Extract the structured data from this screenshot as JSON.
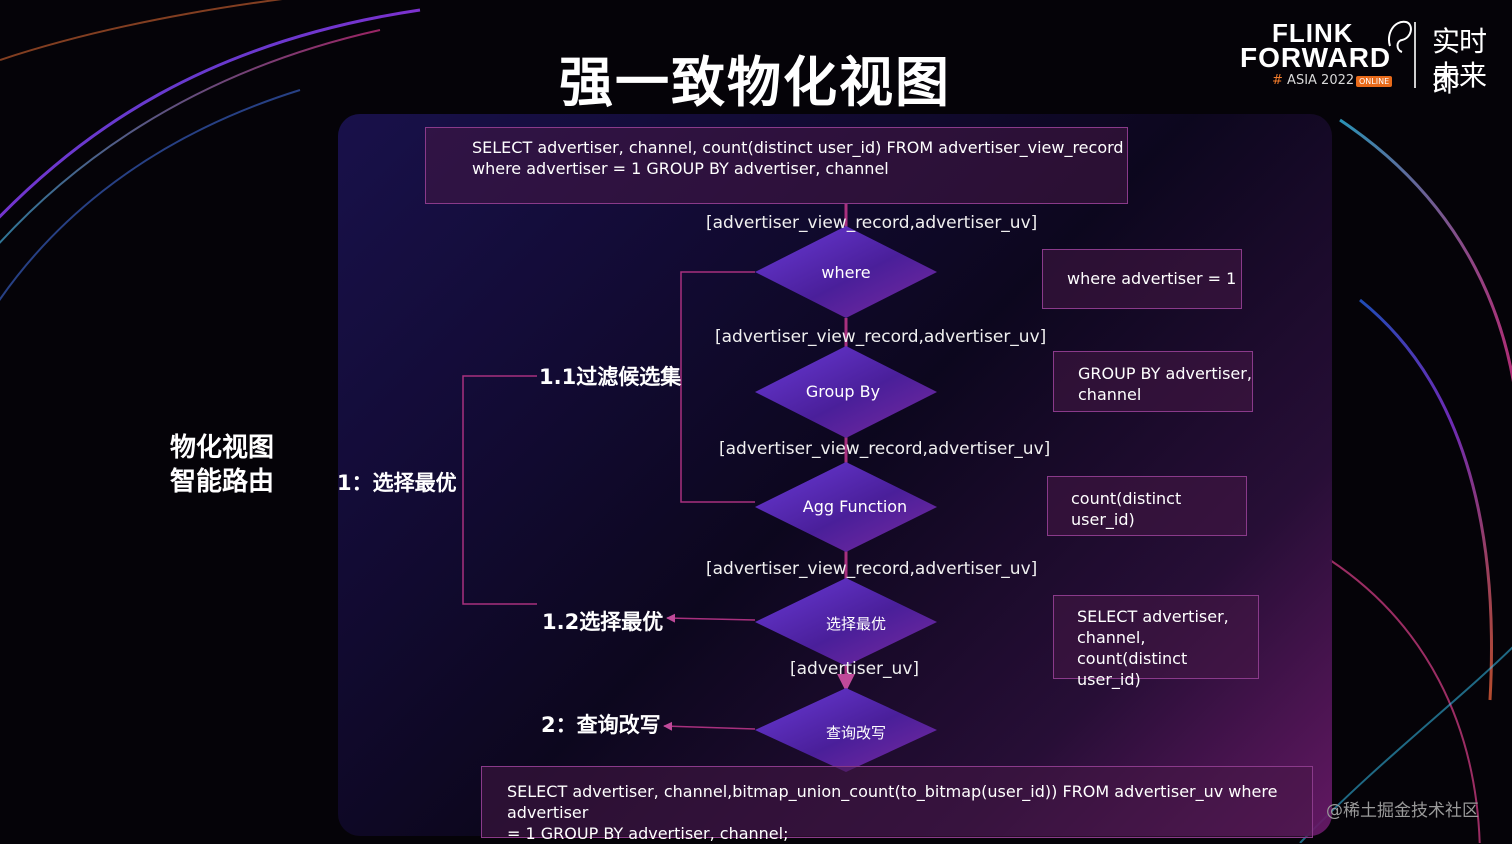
{
  "title": "强一致物化视图",
  "logo": {
    "line1": "FLINK",
    "line2": "FORWARD",
    "hash": "#",
    "event": "ASIA 2022",
    "badge": "ONLINE",
    "cn_line1": "实时即",
    "cn_line2": "未来"
  },
  "left": {
    "heading_line1": "物化视图",
    "heading_line2": "智能路由",
    "step1": "1：选择最优",
    "step1_1": "1.1过滤候选集",
    "step1_2": "1.2选择最优",
    "step2": "2：查询改写"
  },
  "query_box": {
    "line1": "SELECT advertiser, channel, count(distinct user_id)  FROM advertiser_view_record",
    "line2": "where advertiser = 1 GROUP BY advertiser, channel"
  },
  "edge_labels": {
    "e1": "[advertiser_view_record,advertiser_uv]",
    "e2": "[advertiser_view_record,advertiser_uv]",
    "e3": "[advertiser_view_record,advertiser_uv]",
    "e4": "[advertiser_view_record,advertiser_uv]",
    "e5": "[advertiser_uv]"
  },
  "nodes": {
    "where": "where",
    "group_by": "Group By",
    "agg": "Agg Function",
    "select_best": "选择最优",
    "rewrite": "查询改写"
  },
  "side_boxes": {
    "where": "where advertiser = 1",
    "group_by_line1": "GROUP BY advertiser,",
    "group_by_line2": "channel",
    "agg": "count(distinct user_id)",
    "select_line1": "SELECT advertiser,",
    "select_line2": "channel, count(distinct",
    "select_line3": "user_id)"
  },
  "result_box": {
    "line1": "SELECT advertiser, channel,bitmap_union_count(to_bitmap(user_id)) FROM advertiser_uv where advertiser",
    "line2": "= 1 GROUP BY advertiser, channel;"
  },
  "watermark": "@稀土掘金技术社区",
  "colors": {
    "node_fill": "#5a2aa8",
    "connector": "#a8307e",
    "box_border": "#8a3a8a",
    "panel_dark": "#0d0720",
    "panel_accent": "#6a1a6a"
  }
}
